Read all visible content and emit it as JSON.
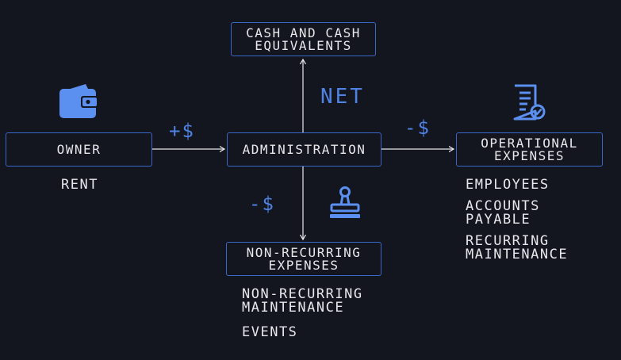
{
  "colors": {
    "background": "#13161e",
    "box_border": "#3a68c9",
    "accent": "#4f82e4",
    "icon": "#5b8ff0",
    "text": "#e8e8ec",
    "arrow": "#e8e8ec"
  },
  "nodes": {
    "cash": "CASH AND CASH\nEQUIVALENTS",
    "owner": "OWNER",
    "administration": "ADMINISTRATION",
    "operational": "OPERATIONAL\nEXPENSES",
    "nonrecurring": "NON-RECURRING\nEXPENSES"
  },
  "edge_labels": {
    "owner_to_admin": "+$",
    "admin_to_cash": "NET",
    "admin_to_operational": "-$",
    "admin_to_nonrecurring": "-$"
  },
  "owner_items": [
    "RENT"
  ],
  "operational_items": [
    "EMPLOYEES",
    "ACCOUNTS\nPAYABLE",
    "RECURRING\nMAINTENANCE"
  ],
  "nonrecurring_items": [
    "NON-RECURRING\nMAINTENANCE",
    "EVENTS"
  ],
  "icons": {
    "owner": "wallet-icon",
    "operational": "invoice-check-icon",
    "nonrecurring": "stamp-icon"
  }
}
